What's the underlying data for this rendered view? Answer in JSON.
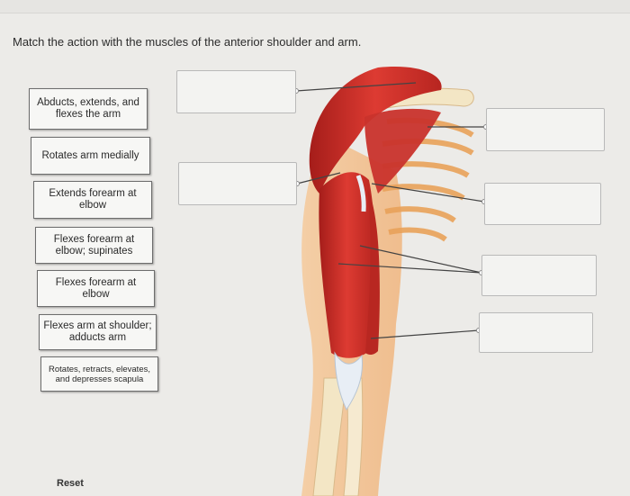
{
  "instruction": "Match the action with the muscles of the anterior shoulder and arm.",
  "action_chips": [
    {
      "label": "Abducts, extends, and flexes the arm"
    },
    {
      "label": "Rotates arm medially"
    },
    {
      "label": "Extends forearm at elbow"
    },
    {
      "label": "Flexes forearm at elbow; supinates"
    },
    {
      "label": "Flexes forearm at elbow"
    },
    {
      "label": "Flexes arm at shoulder; adducts arm"
    },
    {
      "label": "Rotates, retracts, elevates, and depresses scapula"
    }
  ],
  "drop_targets": [
    {
      "value": ""
    },
    {
      "value": ""
    },
    {
      "value": ""
    },
    {
      "value": ""
    },
    {
      "value": ""
    },
    {
      "value": ""
    }
  ],
  "reset_label": "Reset",
  "colors": {
    "muscle": "#c8302a",
    "skin": "#f2c59a",
    "bone": "#f1e3c6",
    "leader_line": "#444444"
  }
}
